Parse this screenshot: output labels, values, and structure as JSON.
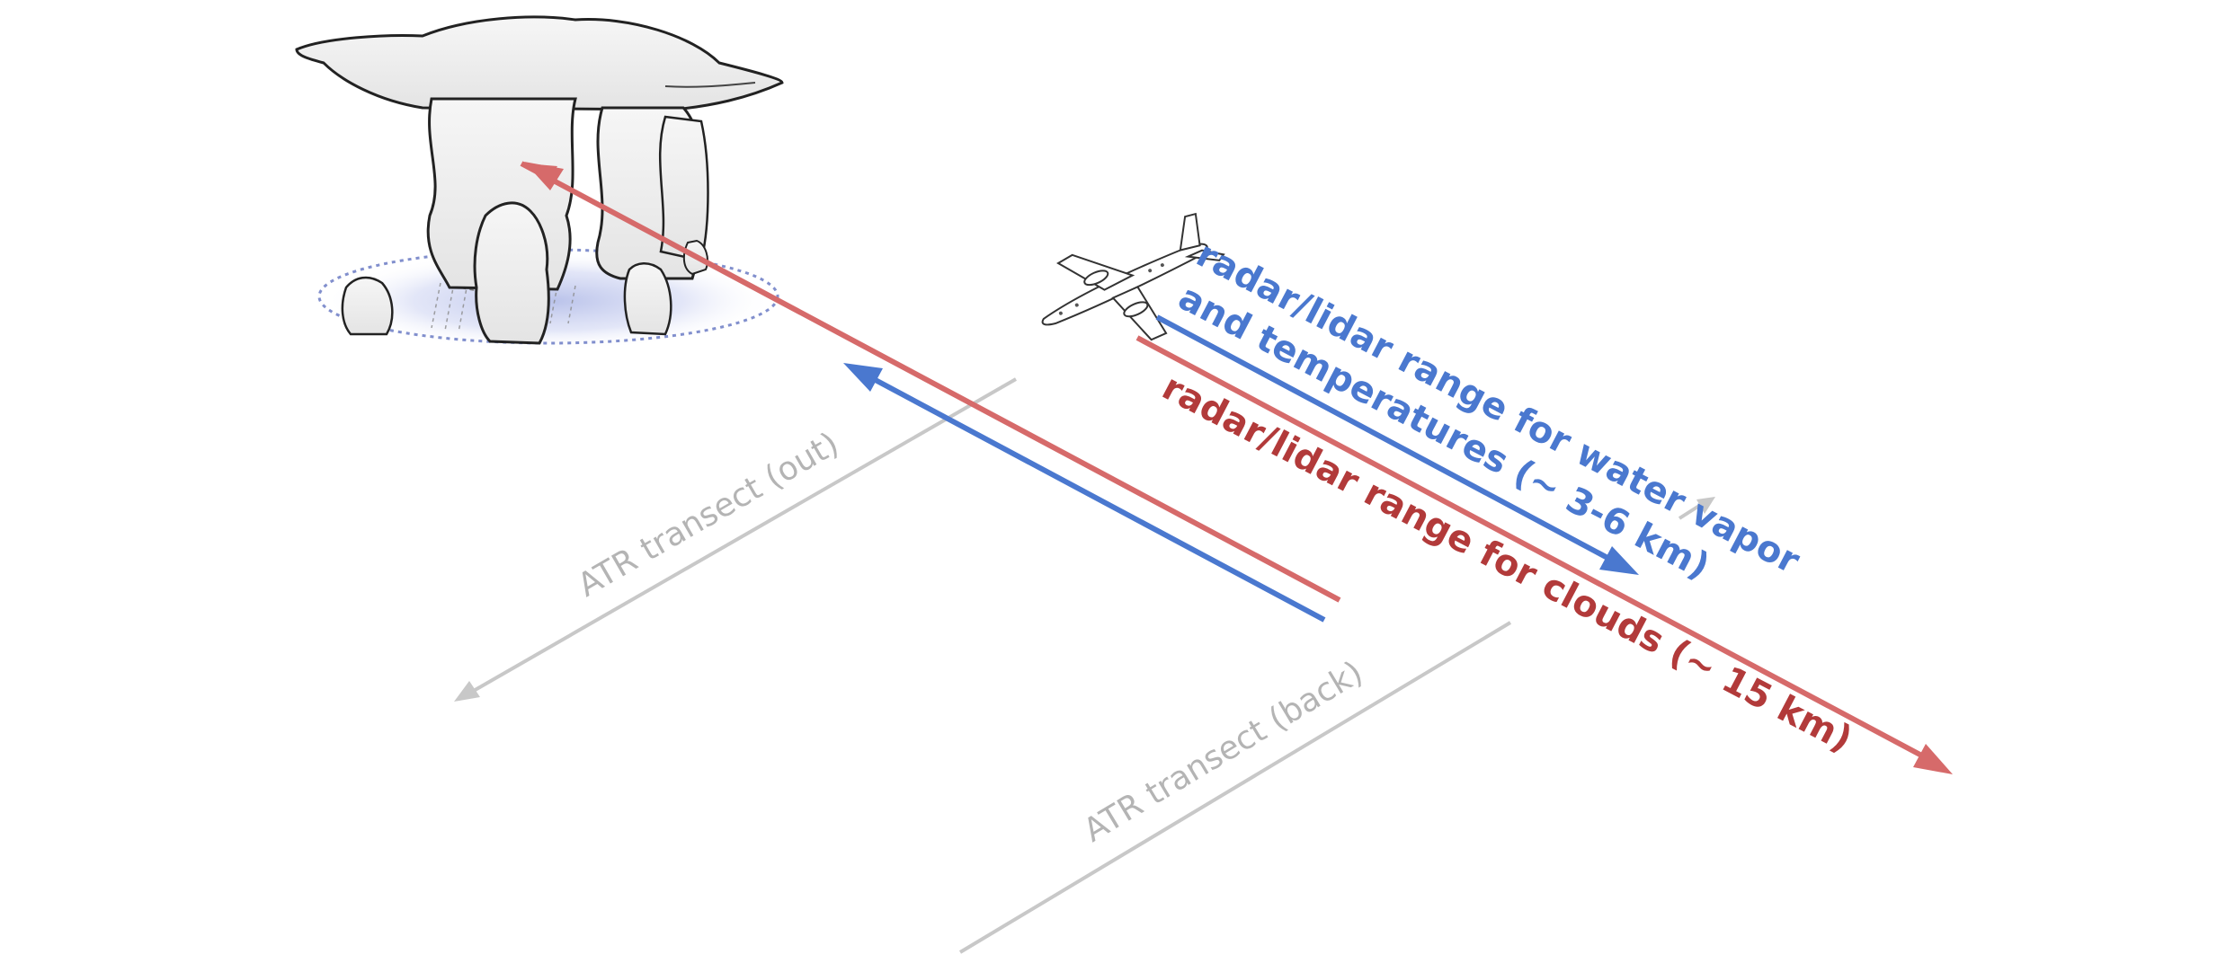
{
  "labels": {
    "transect_out": "ATR transect (out)",
    "transect_back": "ATR transect (back)",
    "water_vapor_line1": "radar/lidar range for water vapor",
    "water_vapor_line2": "and temperatures (~ 3-6 km)",
    "clouds": "radar/lidar range for clouds  (~ 15 km)"
  },
  "icons": {
    "cloud": "cumulonimbus-cloud-icon",
    "aircraft": "aircraft-icon"
  },
  "colors": {
    "red": "#d66a6a",
    "red_text": "#b23a3a",
    "blue": "#4a78cf",
    "gray": "#c8c8c8",
    "cloud_fill": "#f2f2f2",
    "cold_pool": "#9aa6e0"
  }
}
